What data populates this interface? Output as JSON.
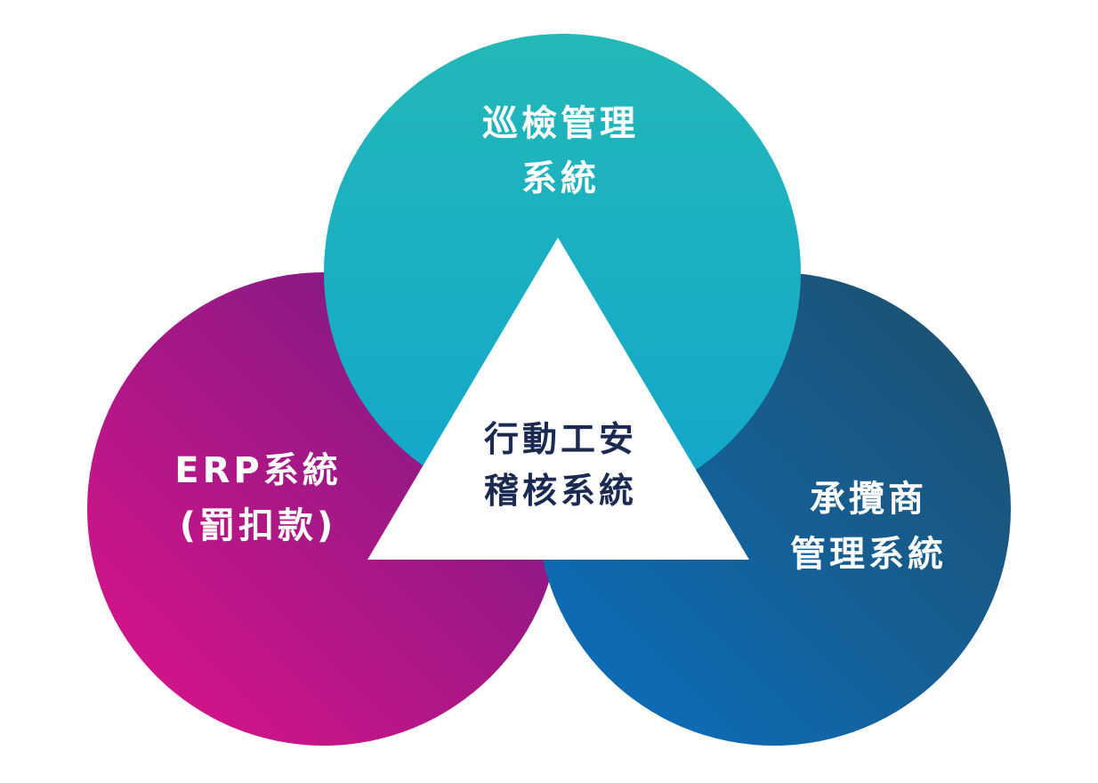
{
  "diagram": {
    "nodes": [
      {
        "id": "top",
        "lines": [
          "巡檢管理",
          "系統"
        ],
        "gradient_from": "#22b8b8",
        "gradient_to": "#12a6cc"
      },
      {
        "id": "left",
        "lines": [
          "ERP系統",
          "(罰扣款)"
        ],
        "gradient_from": "#e0138a",
        "gradient_to": "#6e1c82"
      },
      {
        "id": "right",
        "lines": [
          "承攬商",
          "管理系統"
        ],
        "gradient_from": "#1f4e6a",
        "gradient_to": "#0b70c0"
      }
    ],
    "center": {
      "lines": [
        "行動工安",
        "稽核系統"
      ],
      "text_color": "#1b2a52",
      "fill": "#ffffff"
    }
  }
}
